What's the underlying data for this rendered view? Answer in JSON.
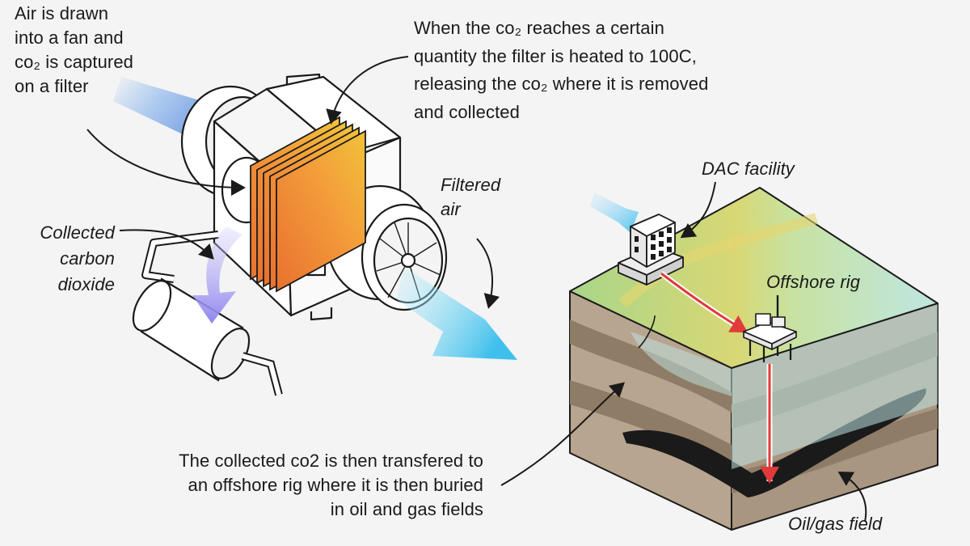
{
  "labels": {
    "air_fan": "Air is drawn\ninto a fan and\nco₂ is captured\non a filter",
    "heated": "When the co₂ reaches a certain\nquantity the filter is heated to 100C,\nreleasing the co₂ where it is removed\nand collected",
    "filtered_air": "Filtered\nair",
    "collected_co2": "Collected\ncarbon\ndioxide",
    "dac_facility": "DAC facility",
    "offshore_rig": "Offshore rig",
    "transfer": "The collected co2 is then transfered to\nan offshore rig where it is then buried\nin oil and gas fields",
    "oil_gas": "Oil/gas field"
  },
  "colors": {
    "air_in": "#a9c8ee",
    "filtered_air": "#3fc0ec",
    "collected_flow": "#8f84f0",
    "filter_hot": "#e8712f",
    "filter_warm": "#f2c23a",
    "land": "#b9dc8e",
    "sea": "#bfe6e3",
    "pipe": "#e03a3a",
    "oil": "#1a1a1a"
  }
}
